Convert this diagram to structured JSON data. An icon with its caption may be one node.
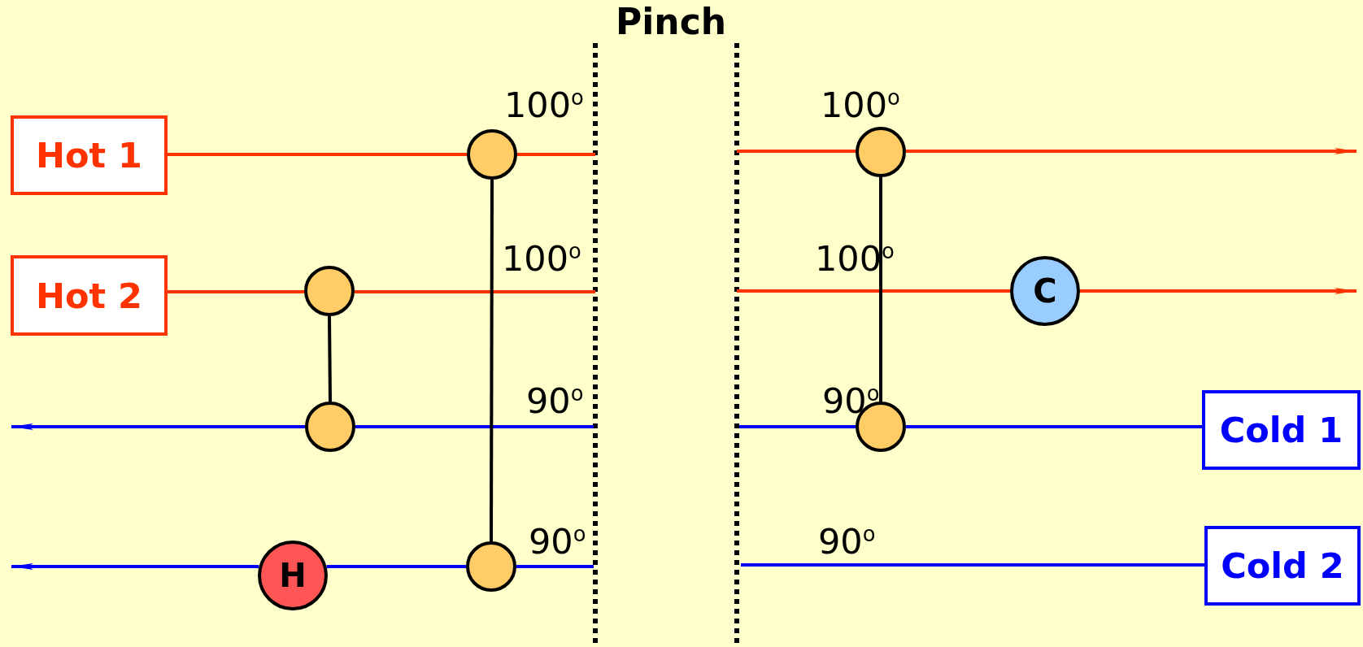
{
  "diagram": {
    "nodes": [
      {
        "text": [
          "Hot 1"
        ]
      },
      {
        "text": [],
        "shape": "circle"
      },
      {
        "text": [],
        "shape": "circle"
      },
      {
        "text": [
          "Hot 2"
        ]
      },
      {
        "text": [],
        "shape": "circle"
      },
      {
        "text": [
          "C"
        ]
      },
      {
        "text": [],
        "shape": "circle"
      },
      {
        "text": [],
        "shape": "circle"
      },
      {
        "text": [
          "Cold 1"
        ]
      },
      {
        "text": [
          "H"
        ]
      },
      {
        "text": [],
        "shape": "circle"
      },
      {
        "text": [
          "Cold 2"
        ]
      }
    ],
    "edges": [
      {
        "from": 0,
        "to": 1,
        "arrow": "none",
        "color": "#ff3300"
      },
      {
        "from": 1,
        "to": null,
        "arrow": "none",
        "color": "#ff3300"
      },
      {
        "from": null,
        "to": 2,
        "arrow": "none",
        "color": "#ff3300"
      },
      {
        "from": 2,
        "to": null,
        "arrow": "to",
        "color": "#ff3300"
      },
      {
        "from": 3,
        "to": 4,
        "arrow": "none",
        "color": "#ff3300"
      },
      {
        "from": 4,
        "to": null,
        "arrow": "none",
        "color": "#ff3300"
      },
      {
        "from": null,
        "to": 5,
        "arrow": "none",
        "color": "#ff3300"
      },
      {
        "from": 5,
        "to": null,
        "arrow": "to",
        "color": "#ff3300"
      },
      {
        "from": null,
        "to": 6,
        "arrow": "none",
        "color": "#0000ff"
      },
      {
        "from": 6,
        "to": null,
        "arrow": "to",
        "color": "#0000ff"
      },
      {
        "from": 8,
        "to": 7,
        "arrow": "none",
        "color": "#0000ff"
      },
      {
        "from": 7,
        "to": null,
        "arrow": "none",
        "color": "#0000ff"
      },
      {
        "from": null,
        "to": 10,
        "arrow": "none",
        "color": "#0000ff"
      },
      {
        "from": 10,
        "to": 9,
        "arrow": "none",
        "color": "#0000ff"
      },
      {
        "from": 9,
        "to": null,
        "arrow": "to",
        "color": "#0000ff"
      },
      {
        "from": 11,
        "to": null,
        "arrow": "none",
        "color": "#0000ff"
      },
      {
        "from": 1,
        "to": 10,
        "arrow": "none",
        "color": "#000000"
      },
      {
        "from": 4,
        "to": 6,
        "arrow": "none",
        "color": "#000000"
      },
      {
        "from": 2,
        "to": 7,
        "arrow": "none",
        "color": "#000000"
      }
    ],
    "labels": [
      "Pinch",
      "100$^{o}$",
      "100$^{o}$",
      "100$^{o}$",
      "100$^{o}$",
      "90$^{o}$",
      "90$^{o}$",
      "90$^{o}$",
      "90$^{o}$"
    ]
  }
}
